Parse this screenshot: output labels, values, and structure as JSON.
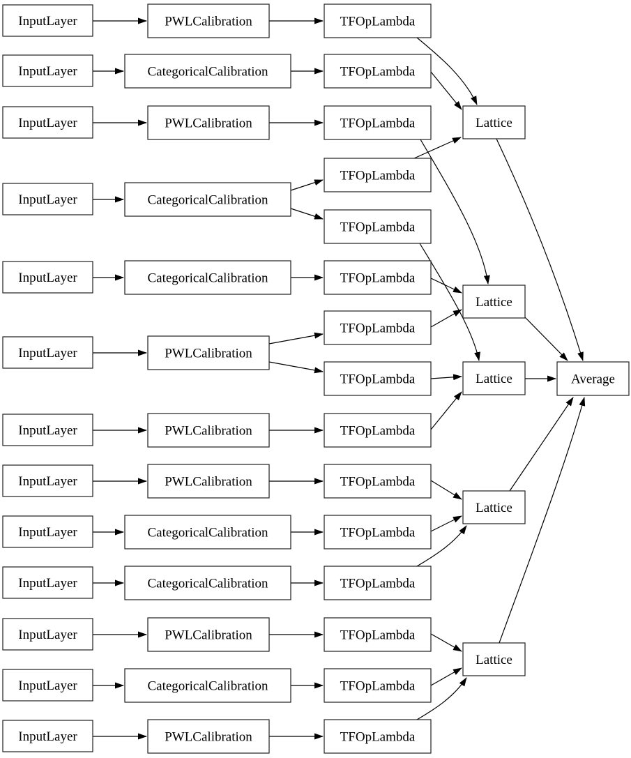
{
  "diagram": {
    "type": "model-architecture-graph",
    "colors": {
      "background": "#ffffff",
      "node_fill": "#ffffff",
      "node_border": "#1f1f1f",
      "edge": "#000000",
      "text": "#000000"
    },
    "nodes": [
      {
        "id": "input-1",
        "label": "InputLayer"
      },
      {
        "id": "input-2",
        "label": "InputLayer"
      },
      {
        "id": "input-3",
        "label": "InputLayer"
      },
      {
        "id": "input-4",
        "label": "InputLayer"
      },
      {
        "id": "input-5",
        "label": "InputLayer"
      },
      {
        "id": "input-6",
        "label": "InputLayer"
      },
      {
        "id": "input-7",
        "label": "InputLayer"
      },
      {
        "id": "input-8",
        "label": "InputLayer"
      },
      {
        "id": "input-9",
        "label": "InputLayer"
      },
      {
        "id": "input-10",
        "label": "InputLayer"
      },
      {
        "id": "input-11",
        "label": "InputLayer"
      },
      {
        "id": "input-12",
        "label": "InputLayer"
      },
      {
        "id": "input-13",
        "label": "InputLayer"
      },
      {
        "id": "cal-1",
        "label": "PWLCalibration"
      },
      {
        "id": "cal-2",
        "label": "CategoricalCalibration"
      },
      {
        "id": "cal-3",
        "label": "PWLCalibration"
      },
      {
        "id": "cal-4",
        "label": "CategoricalCalibration"
      },
      {
        "id": "cal-5",
        "label": "CategoricalCalibration"
      },
      {
        "id": "cal-6",
        "label": "PWLCalibration"
      },
      {
        "id": "cal-7",
        "label": "PWLCalibration"
      },
      {
        "id": "cal-8",
        "label": "PWLCalibration"
      },
      {
        "id": "cal-9",
        "label": "CategoricalCalibration"
      },
      {
        "id": "cal-10",
        "label": "CategoricalCalibration"
      },
      {
        "id": "cal-11",
        "label": "PWLCalibration"
      },
      {
        "id": "cal-12",
        "label": "CategoricalCalibration"
      },
      {
        "id": "cal-13",
        "label": "PWLCalibration"
      },
      {
        "id": "tfop-1",
        "label": "TFOpLambda"
      },
      {
        "id": "tfop-2",
        "label": "TFOpLambda"
      },
      {
        "id": "tfop-3",
        "label": "TFOpLambda"
      },
      {
        "id": "tfop-4",
        "label": "TFOpLambda"
      },
      {
        "id": "tfop-5",
        "label": "TFOpLambda"
      },
      {
        "id": "tfop-6",
        "label": "TFOpLambda"
      },
      {
        "id": "tfop-7",
        "label": "TFOpLambda"
      },
      {
        "id": "tfop-8",
        "label": "TFOpLambda"
      },
      {
        "id": "tfop-9",
        "label": "TFOpLambda"
      },
      {
        "id": "tfop-10",
        "label": "TFOpLambda"
      },
      {
        "id": "tfop-11",
        "label": "TFOpLambda"
      },
      {
        "id": "tfop-12",
        "label": "TFOpLambda"
      },
      {
        "id": "tfop-13",
        "label": "TFOpLambda"
      },
      {
        "id": "tfop-14",
        "label": "TFOpLambda"
      },
      {
        "id": "tfop-15",
        "label": "TFOpLambda"
      },
      {
        "id": "lattice-1",
        "label": "Lattice"
      },
      {
        "id": "lattice-2",
        "label": "Lattice"
      },
      {
        "id": "lattice-3",
        "label": "Lattice"
      },
      {
        "id": "lattice-4",
        "label": "Lattice"
      },
      {
        "id": "lattice-5",
        "label": "Lattice"
      },
      {
        "id": "average",
        "label": "Average"
      }
    ],
    "edges": [
      {
        "from": "input-1",
        "to": "cal-1"
      },
      {
        "from": "input-2",
        "to": "cal-2"
      },
      {
        "from": "input-3",
        "to": "cal-3"
      },
      {
        "from": "input-4",
        "to": "cal-4"
      },
      {
        "from": "input-5",
        "to": "cal-5"
      },
      {
        "from": "input-6",
        "to": "cal-6"
      },
      {
        "from": "input-7",
        "to": "cal-7"
      },
      {
        "from": "input-8",
        "to": "cal-8"
      },
      {
        "from": "input-9",
        "to": "cal-9"
      },
      {
        "from": "input-10",
        "to": "cal-10"
      },
      {
        "from": "input-11",
        "to": "cal-11"
      },
      {
        "from": "input-12",
        "to": "cal-12"
      },
      {
        "from": "input-13",
        "to": "cal-13"
      },
      {
        "from": "cal-1",
        "to": "tfop-1"
      },
      {
        "from": "cal-2",
        "to": "tfop-2"
      },
      {
        "from": "cal-3",
        "to": "tfop-3"
      },
      {
        "from": "cal-4",
        "to": "tfop-4"
      },
      {
        "from": "cal-4",
        "to": "tfop-5"
      },
      {
        "from": "cal-5",
        "to": "tfop-6"
      },
      {
        "from": "cal-6",
        "to": "tfop-7"
      },
      {
        "from": "cal-6",
        "to": "tfop-8"
      },
      {
        "from": "cal-7",
        "to": "tfop-9"
      },
      {
        "from": "cal-8",
        "to": "tfop-10"
      },
      {
        "from": "cal-9",
        "to": "tfop-11"
      },
      {
        "from": "cal-10",
        "to": "tfop-12"
      },
      {
        "from": "cal-11",
        "to": "tfop-13"
      },
      {
        "from": "cal-12",
        "to": "tfop-14"
      },
      {
        "from": "cal-13",
        "to": "tfop-15"
      },
      {
        "from": "tfop-1",
        "to": "lattice-1"
      },
      {
        "from": "tfop-2",
        "to": "lattice-1"
      },
      {
        "from": "tfop-4",
        "to": "lattice-1"
      },
      {
        "from": "tfop-3",
        "to": "lattice-2"
      },
      {
        "from": "tfop-6",
        "to": "lattice-2"
      },
      {
        "from": "tfop-7",
        "to": "lattice-2"
      },
      {
        "from": "tfop-5",
        "to": "lattice-3"
      },
      {
        "from": "tfop-8",
        "to": "lattice-3"
      },
      {
        "from": "tfop-9",
        "to": "lattice-3"
      },
      {
        "from": "tfop-10",
        "to": "lattice-4"
      },
      {
        "from": "tfop-11",
        "to": "lattice-4"
      },
      {
        "from": "tfop-12",
        "to": "lattice-4"
      },
      {
        "from": "tfop-13",
        "to": "lattice-5"
      },
      {
        "from": "tfop-14",
        "to": "lattice-5"
      },
      {
        "from": "tfop-15",
        "to": "lattice-5"
      },
      {
        "from": "lattice-1",
        "to": "average"
      },
      {
        "from": "lattice-2",
        "to": "average"
      },
      {
        "from": "lattice-3",
        "to": "average"
      },
      {
        "from": "lattice-4",
        "to": "average"
      },
      {
        "from": "lattice-5",
        "to": "average"
      }
    ]
  }
}
